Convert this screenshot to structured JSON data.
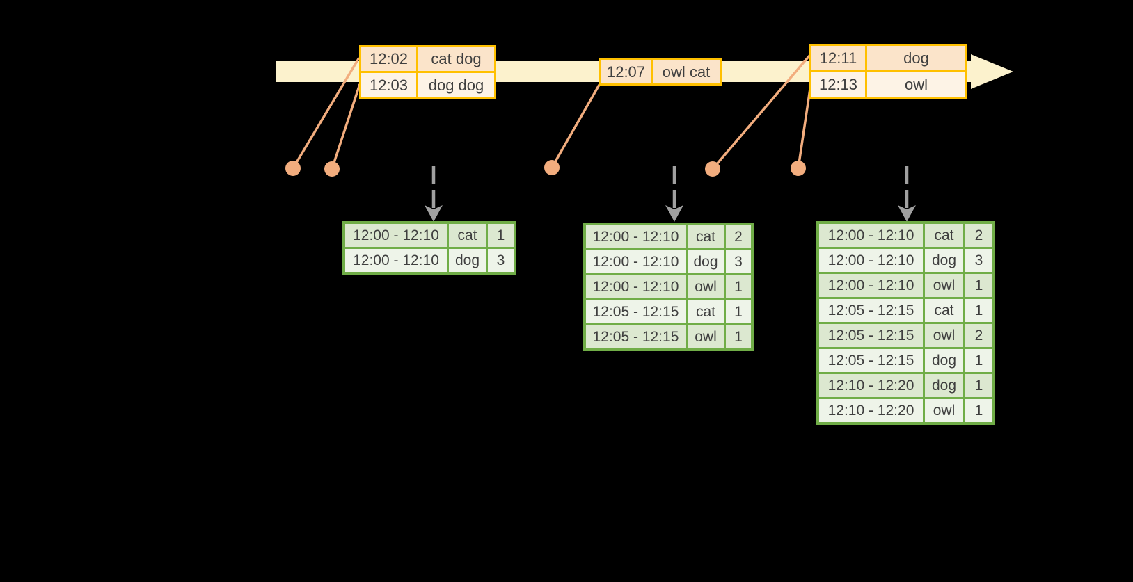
{
  "diagram": {
    "kind": "streaming-windowed-word-count",
    "colors": {
      "background": "#000000",
      "timeline_fill": "#fcf2cd",
      "event_border": "#ffc000",
      "event_row_dark": "#fbe4ca",
      "event_row_light": "#fdf3e6",
      "leader_line": "#f2ad7e",
      "dashed_arrow": "#a0a0a0",
      "result_border": "#70ad47",
      "result_row_dark": "#dce8d0",
      "result_row_light": "#eef4e9",
      "text": "#3f3f3f"
    },
    "icons": [
      "timeline-arrowhead-icon",
      "event-dot-icon",
      "down-arrow-icon"
    ],
    "event_tables": [
      {
        "rows": [
          {
            "time": "12:02",
            "words": "cat dog"
          },
          {
            "time": "12:03",
            "words": "dog dog"
          }
        ]
      },
      {
        "rows": [
          {
            "time": "12:07",
            "words": "owl cat"
          }
        ]
      },
      {
        "rows": [
          {
            "time": "12:11",
            "words": "dog"
          },
          {
            "time": "12:13",
            "words": "owl"
          }
        ]
      }
    ],
    "result_tables": [
      {
        "rows": [
          {
            "window": "12:00 - 12:10",
            "word": "cat",
            "count": "1"
          },
          {
            "window": "12:00 - 12:10",
            "word": "dog",
            "count": "3"
          }
        ]
      },
      {
        "rows": [
          {
            "window": "12:00 - 12:10",
            "word": "cat",
            "count": "2"
          },
          {
            "window": "12:00 - 12:10",
            "word": "dog",
            "count": "3"
          },
          {
            "window": "12:00 - 12:10",
            "word": "owl",
            "count": "1"
          },
          {
            "window": "12:05 - 12:15",
            "word": "cat",
            "count": "1"
          },
          {
            "window": "12:05 - 12:15",
            "word": "owl",
            "count": "1"
          }
        ]
      },
      {
        "rows": [
          {
            "window": "12:00 - 12:10",
            "word": "cat",
            "count": "2"
          },
          {
            "window": "12:00 - 12:10",
            "word": "dog",
            "count": "3"
          },
          {
            "window": "12:00 - 12:10",
            "word": "owl",
            "count": "1"
          },
          {
            "window": "12:05 - 12:15",
            "word": "cat",
            "count": "1"
          },
          {
            "window": "12:05 - 12:15",
            "word": "owl",
            "count": "2"
          },
          {
            "window": "12:05 - 12:15",
            "word": "dog",
            "count": "1"
          },
          {
            "window": "12:10 - 12:20",
            "word": "dog",
            "count": "1"
          },
          {
            "window": "12:10 - 12:20",
            "word": "owl",
            "count": "1"
          }
        ]
      }
    ]
  }
}
